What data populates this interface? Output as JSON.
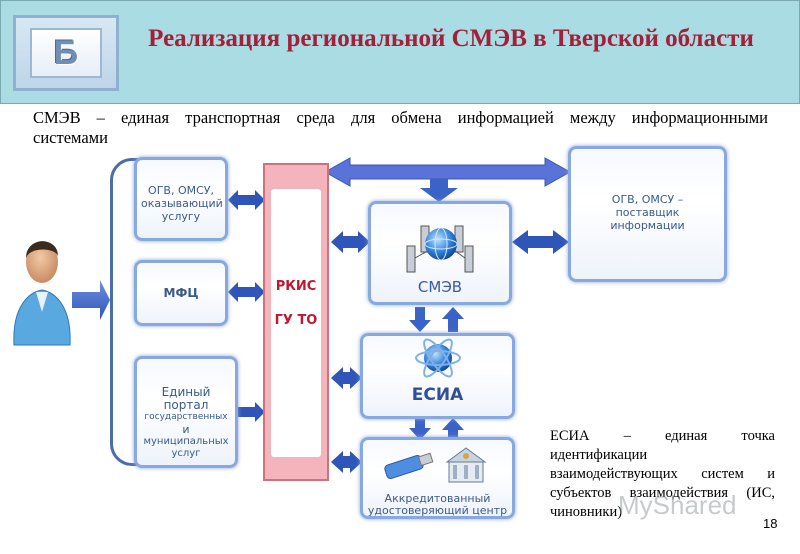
{
  "header": {
    "badge_letter": "Б",
    "title": "Реализация региональной СМЭВ в Тверской области"
  },
  "intro": {
    "line1": "СМЭВ – единая транспортная среда для обмена информацией между информационными",
    "line2": "системами"
  },
  "diagram": {
    "user_icon": "person-icon",
    "ogv_provider": "ОГВ, ОМСУ, оказывающий услугу",
    "mfc": "МФЦ",
    "portal": {
      "line1": "Единый",
      "line2": "портал",
      "line3": "государственных",
      "line4": "и",
      "line5": "муниципальных",
      "line6": "услуг"
    },
    "rkis_line1": "РКИС",
    "rkis_line2": "ГУ ТО",
    "smev": "СМЭВ",
    "esia": "ЕСИА",
    "ogv_supplier": "ОГВ, ОМСУ – поставщик информации",
    "accredited_center": "Аккредитованный удостоверяющий центр",
    "server_icon": "server-network-icon",
    "globe_icon": "globe-icon",
    "usb_key_icon": "usb-token-icon",
    "bank_icon": "bank-building-icon",
    "arrow_color": "#3a63c8",
    "panel_border_color": "#88a8e0",
    "rkis_color": "#f4b4bc"
  },
  "esia_note": "ЕСИА – единая точка идентификации взаимодействующих систем и субъектов взаимодействия (ИС, чиновники)",
  "page_number": "18",
  "watermark": "MyShared"
}
